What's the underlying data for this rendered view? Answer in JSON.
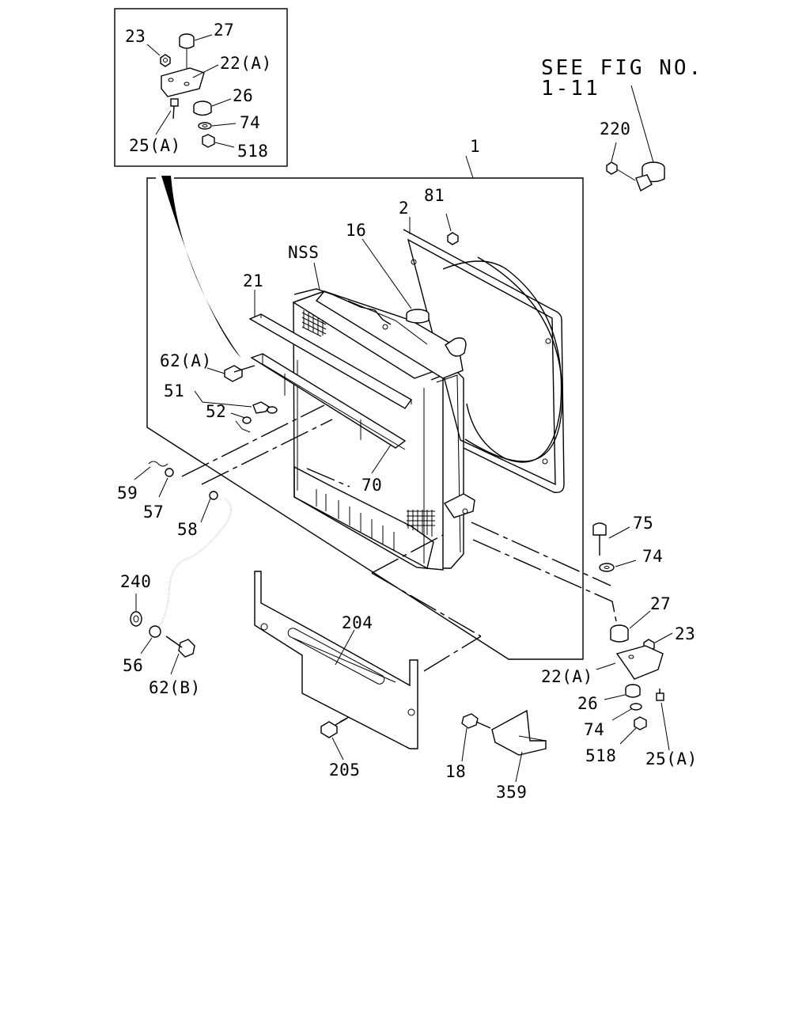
{
  "reference": {
    "line1": "SEE FIG NO.",
    "line2": "1-11"
  },
  "inset": {
    "labels": {
      "p23": "23",
      "p27": "27",
      "p22a": "22(A)",
      "p26": "26",
      "p74": "74",
      "p25a": "25(A)",
      "p518": "518"
    }
  },
  "callouts": {
    "p1": "1",
    "p2": "2",
    "p81": "81",
    "p16": "16",
    "nss": "NSS",
    "p21": "21",
    "p220": "220",
    "p62a": "62(A)",
    "p51": "51",
    "p52": "52",
    "p59": "59",
    "p57": "57",
    "p58": "58",
    "p70": "70",
    "p75": "75",
    "p74a": "74",
    "p27": "27",
    "p23": "23",
    "p22a": "22(A)",
    "p26": "26",
    "p74b": "74",
    "p518": "518",
    "p25a": "25(A)",
    "p240": "240",
    "p56": "56",
    "p62b": "62(B)",
    "p204": "204",
    "p205": "205",
    "p18": "18",
    "p359": "359"
  }
}
